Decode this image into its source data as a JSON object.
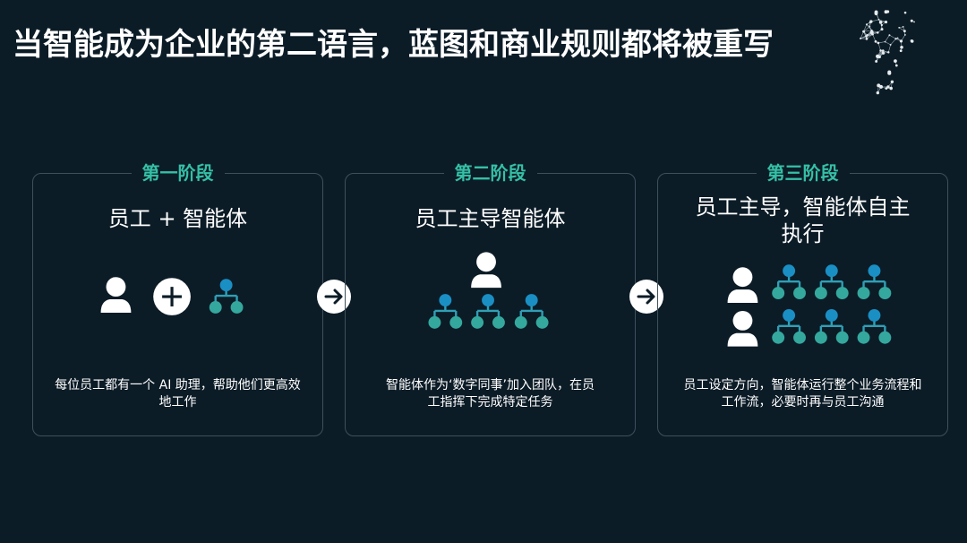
{
  "title": "当智能成为企业的第二语言，蓝图和商业规则都将被重写",
  "colors": {
    "background": "#0c1c27",
    "card_border": "#3e505c",
    "stage_label": "#35c0a6",
    "agent_node_top": "#1a8fc4",
    "agent_node_bottom": "#35a89e",
    "person": "#ffffff"
  },
  "cards": [
    {
      "stage": "第一阶段",
      "heading_lines": [
        "员工 + 智能体"
      ],
      "desc_lines": [
        "每位员工都有一个 AI 助理，帮助他们更高效",
        "地工作"
      ],
      "icons": [
        "person-icon",
        "plus-icon",
        "agent-tree-icon"
      ]
    },
    {
      "stage": "第二阶段",
      "heading_lines": [
        "员工主导智能体"
      ],
      "desc_lines": [
        "智能体作为‘数字同事’加入团队，在员",
        "工指挥下完成特定任务"
      ],
      "icons": [
        "person-icon",
        "agent-tree-icon",
        "agent-tree-icon",
        "agent-tree-icon"
      ]
    },
    {
      "stage": "第三阶段",
      "heading_lines": [
        "员工主导，智能体自主",
        "执行"
      ],
      "desc_lines": [
        "员工设定方向，智能体运行整个业务流程和",
        "工作流，必要时再与员工沟通"
      ],
      "icons": [
        "person-icon",
        "person-icon",
        "agent-tree-icon",
        "agent-tree-icon",
        "agent-tree-icon",
        "agent-tree-icon",
        "agent-tree-icon",
        "agent-tree-icon"
      ]
    }
  ],
  "arrows": [
    "arrow-right-icon",
    "arrow-right-icon"
  ]
}
